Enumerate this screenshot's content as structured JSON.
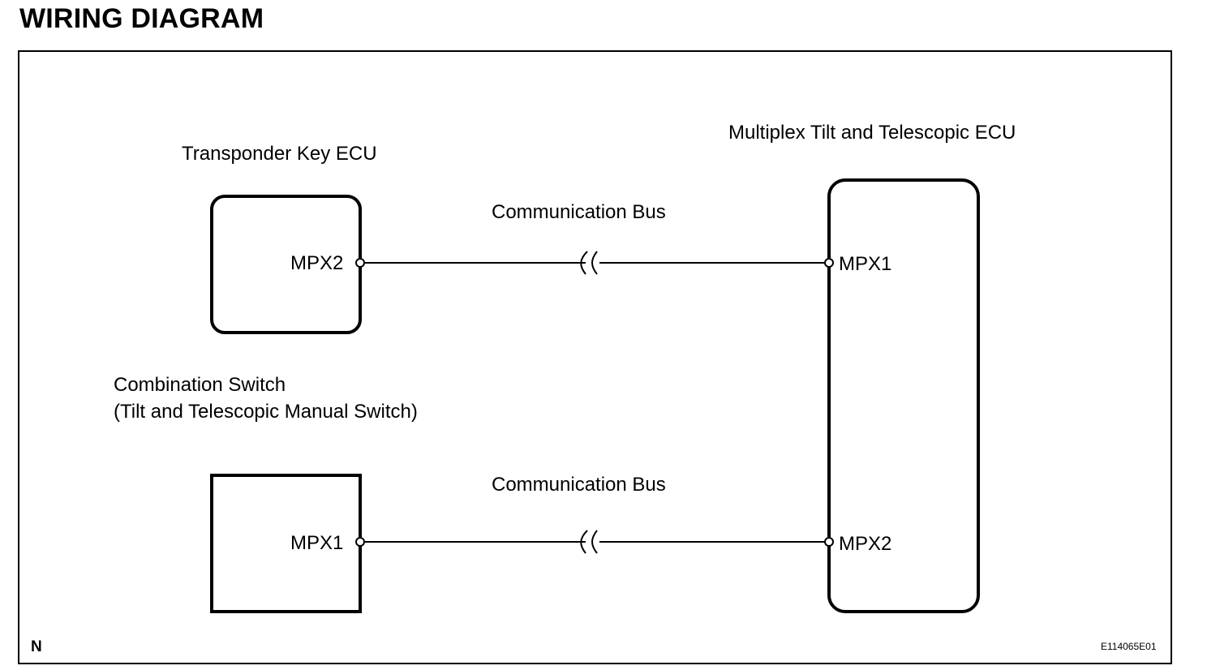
{
  "heading": "WIRING DIAGRAM",
  "components": {
    "transponder_key_ecu": {
      "name": "Transponder Key ECU",
      "terminal": "MPX2"
    },
    "combination_switch": {
      "name_line1": "Combination Switch",
      "name_line2": "(Tilt and Telescopic Manual Switch)",
      "terminal": "MPX1"
    },
    "multiplex_ecu": {
      "name": "Multiplex Tilt and Telescopic ECU",
      "terminal_top": "MPX1",
      "terminal_bottom": "MPX2"
    }
  },
  "connections": {
    "upper_bus_label": "Communication Bus",
    "lower_bus_label": "Communication Bus"
  },
  "footer": {
    "left_mark": "N",
    "figure_code": "E114065E01"
  }
}
